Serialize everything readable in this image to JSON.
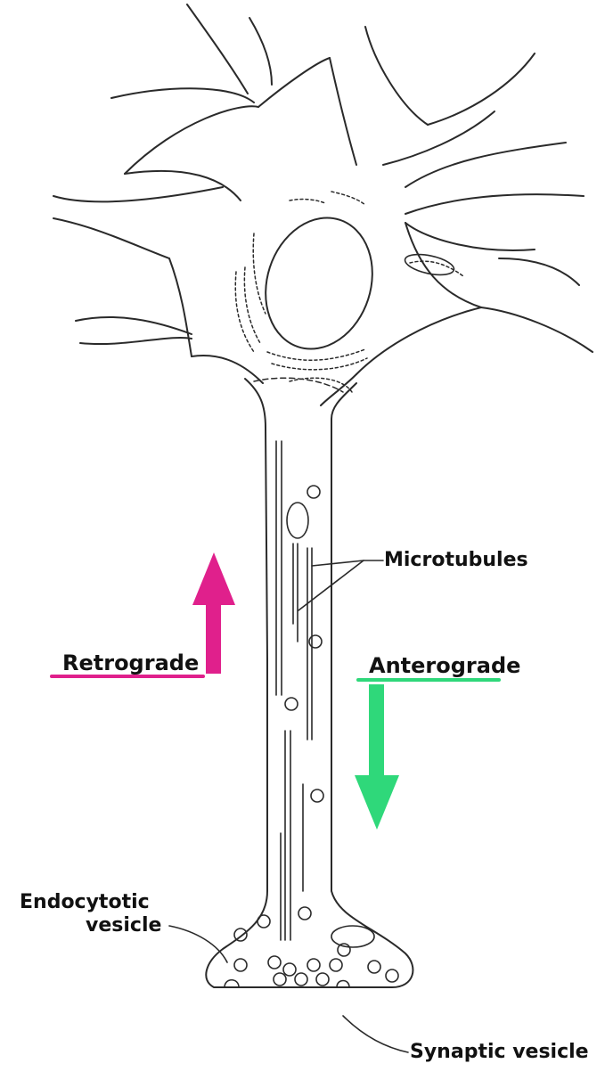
{
  "labels": {
    "microtubules": "Microtubules",
    "retrograde": "Retrograde",
    "anterograde": "Anterograde",
    "endocytotic_line1": "Endocytotic",
    "endocytotic_line2": "vesicle",
    "synaptic": "Synaptic vesicle"
  },
  "colors": {
    "ink": "#2a2a2a",
    "retrograde": "#e0208c",
    "anterograde": "#2fd87a",
    "background": "#ffffff"
  },
  "transport": {
    "retrograde_direction": "up",
    "anterograde_direction": "down"
  }
}
